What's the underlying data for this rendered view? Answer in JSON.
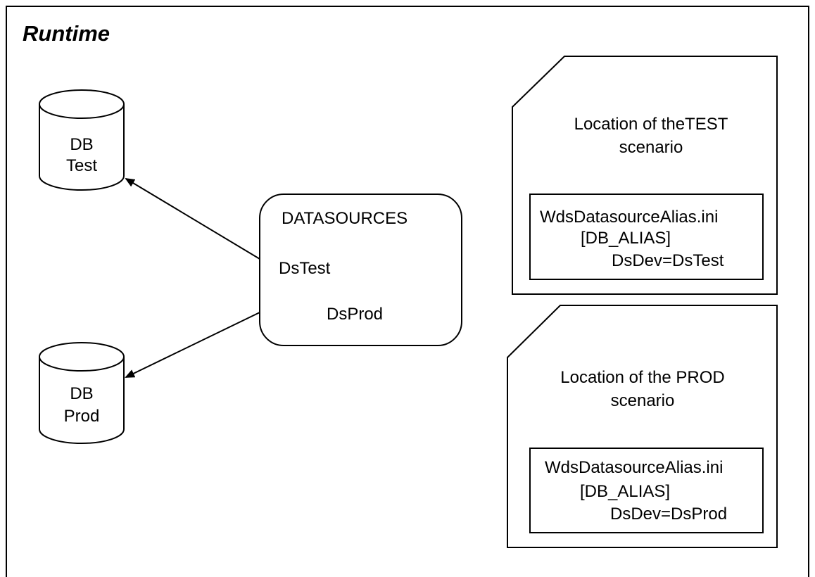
{
  "title": "Runtime",
  "databases": {
    "test": {
      "line1": "DB",
      "line2": "Test"
    },
    "prod": {
      "line1": "DB",
      "line2": "Prod"
    }
  },
  "datasources": {
    "heading": "DATASOURCES",
    "item_test": "DsTest",
    "item_prod": "DsProd"
  },
  "locations": {
    "test": {
      "title_line1": "Location of theTEST",
      "title_line2": "scenario",
      "ini_file": "WdsDatasourceAlias.ini",
      "ini_section": "[DB_ALIAS]",
      "ini_entry": "DsDev=DsTest"
    },
    "prod": {
      "title_line1": "Location of the PROD",
      "title_line2": "scenario",
      "ini_file": "WdsDatasourceAlias.ini",
      "ini_section": "[DB_ALIAS]",
      "ini_entry": "DsDev=DsProd"
    }
  },
  "colors": {
    "stroke": "#000000",
    "background": "#ffffff"
  }
}
